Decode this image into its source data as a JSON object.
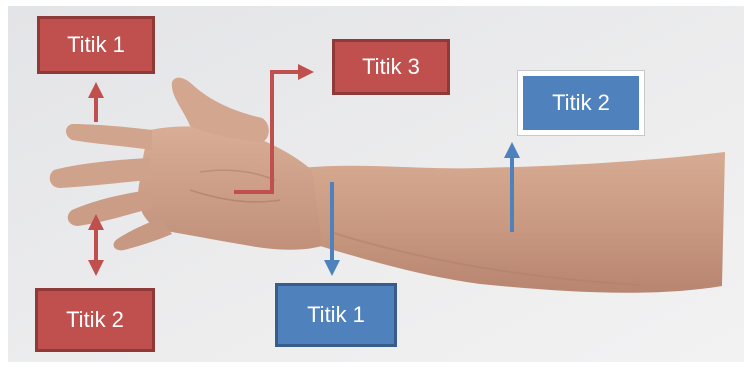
{
  "labels": {
    "red_point_1": "Titik 1",
    "red_point_2": "Titik 2",
    "red_point_3": "Titik 3",
    "blue_point_1": "Titik 1",
    "blue_point_2": "Titik 2"
  },
  "colors": {
    "red": "#c0504d",
    "blue": "#4f81bd",
    "skin": "#c99b84",
    "background": "#e9e9eb"
  }
}
